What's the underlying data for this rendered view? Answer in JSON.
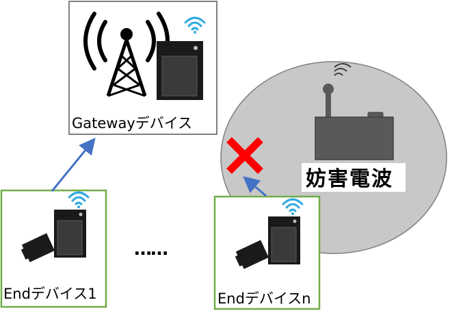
{
  "diagram": {
    "gateway": {
      "label": "Gatewayデバイス"
    },
    "end_devices": [
      {
        "label": "Endデバイス1"
      },
      {
        "label": "Endデバイスn"
      }
    ],
    "ellipsis": "……",
    "interference": {
      "label": "妨害電波"
    },
    "colors": {
      "gateway_border": "#7f7f7f",
      "end_border": "#70ad47",
      "arrow": "#4472c4",
      "wifi": "#2ea8e0",
      "device_body": "#1a1a1a",
      "device_screen": "#3a3a3a",
      "interference_zone": "#c8c8c8",
      "jammer_body": "#595959",
      "blocked_mark": "#ff0000"
    }
  }
}
